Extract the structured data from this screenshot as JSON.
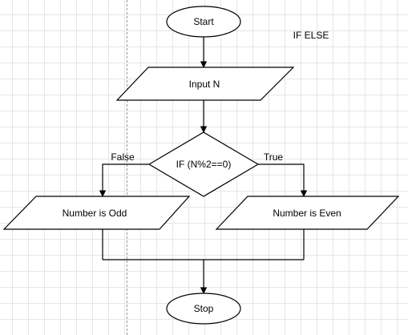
{
  "diagram": {
    "title": "IF ELSE",
    "nodes": {
      "start": "Start",
      "input": "Input N",
      "decision": "IF (N%2==0)",
      "odd": "Number is Odd",
      "even": "Number is Even",
      "stop": "Stop"
    },
    "edges": {
      "false_label": "False",
      "true_label": "True"
    }
  }
}
